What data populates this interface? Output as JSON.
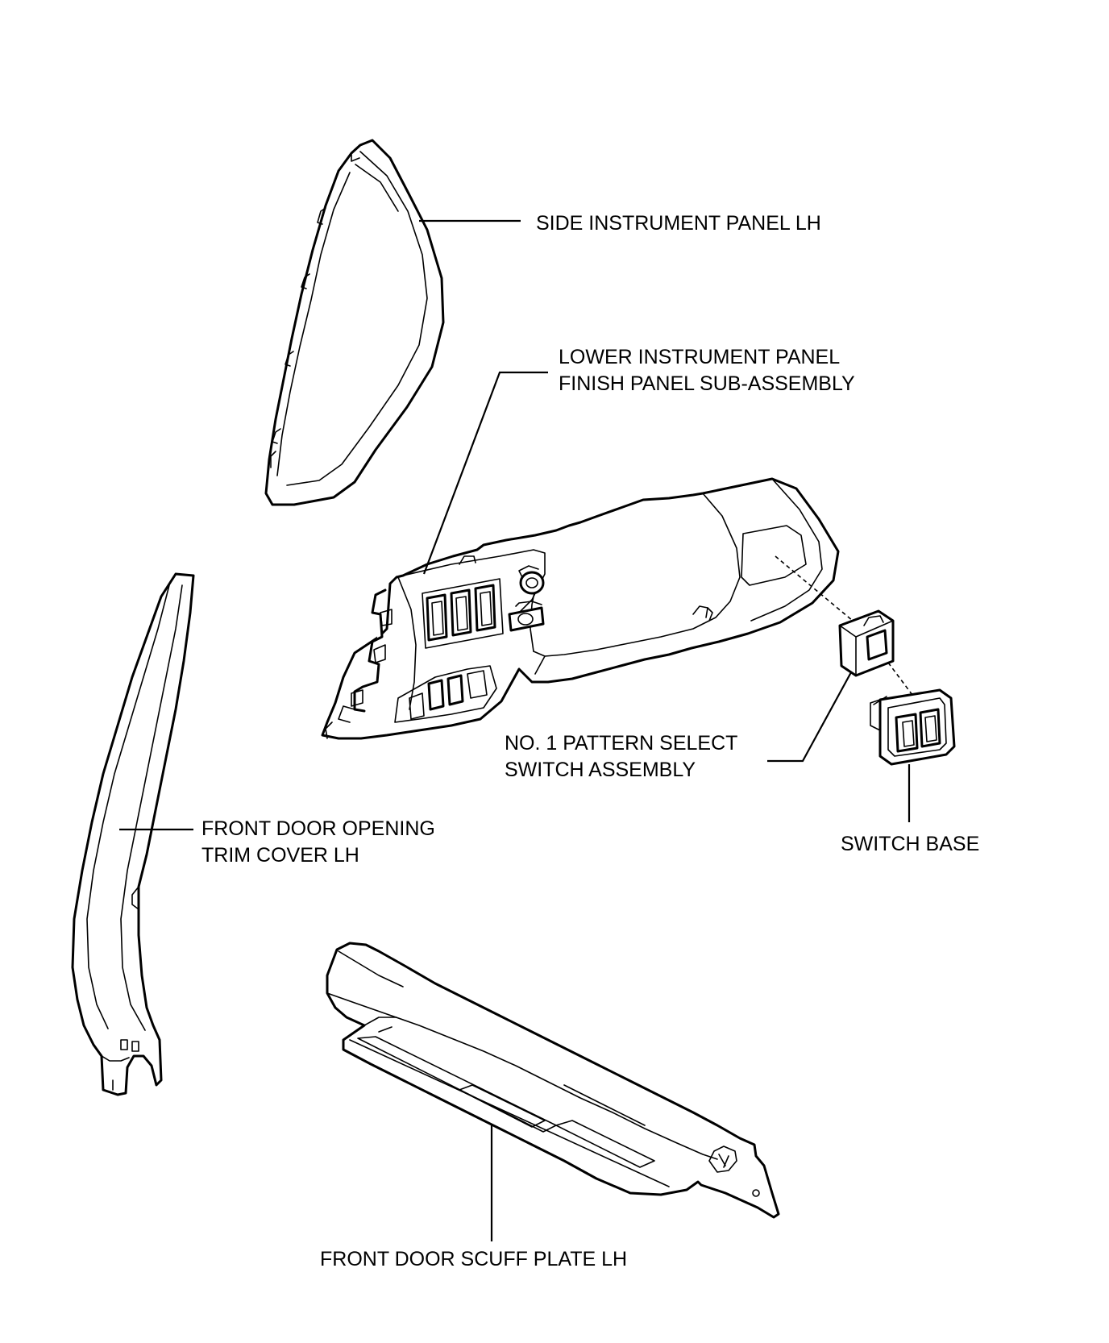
{
  "labels": {
    "side_instrument_panel": [
      "SIDE INSTRUMENT PANEL LH"
    ],
    "lower_instrument_panel": [
      "LOWER INSTRUMENT PANEL",
      "FINISH PANEL SUB-ASSEMBLY"
    ],
    "pattern_select_switch": [
      "NO. 1 PATTERN SELECT",
      "SWITCH ASSEMBLY"
    ],
    "switch_base": [
      "SWITCH BASE"
    ],
    "door_opening_trim": [
      "FRONT DOOR OPENING",
      "TRIM COVER LH"
    ],
    "scuff_plate": [
      "FRONT DOOR SCUFF PLATE LH"
    ]
  }
}
